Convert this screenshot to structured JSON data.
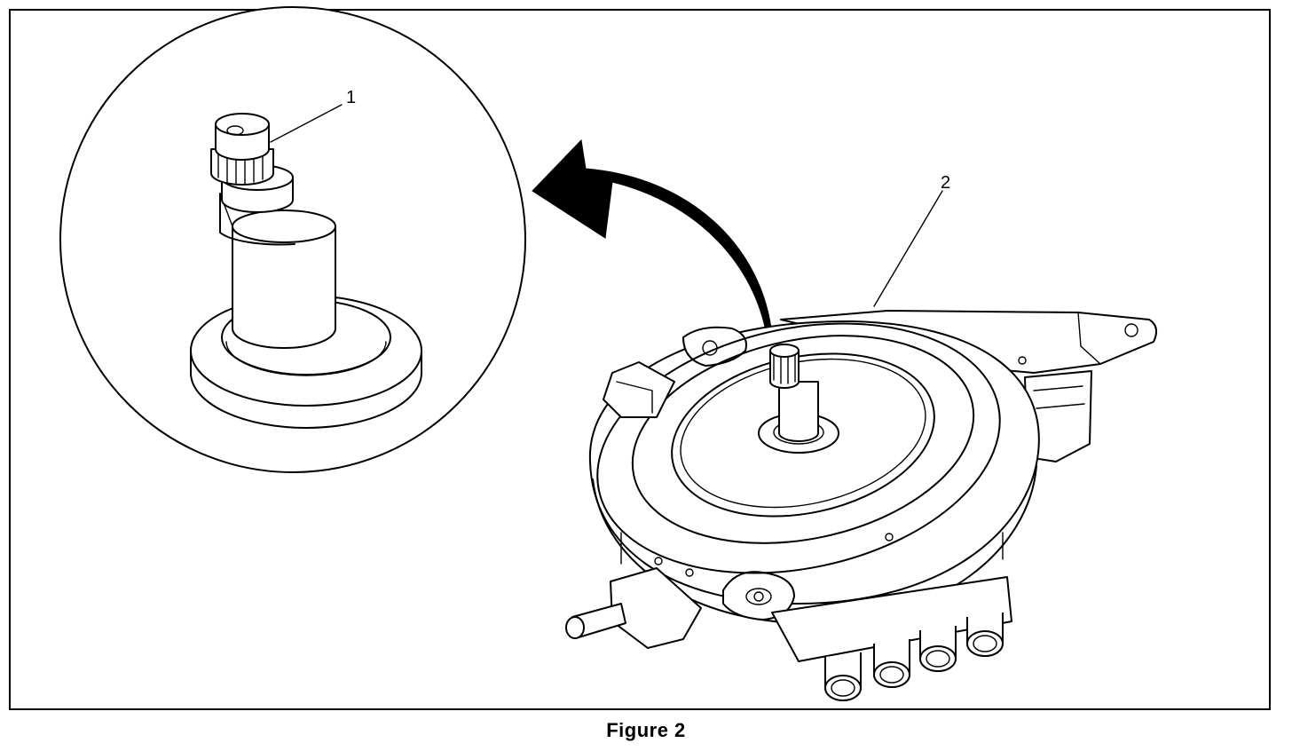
{
  "figure": {
    "caption": "Figure 2",
    "callouts": [
      {
        "id": "1",
        "label": "1"
      },
      {
        "id": "2",
        "label": "2"
      }
    ]
  },
  "colors": {
    "ink": "#000000",
    "paper": "#ffffff"
  }
}
